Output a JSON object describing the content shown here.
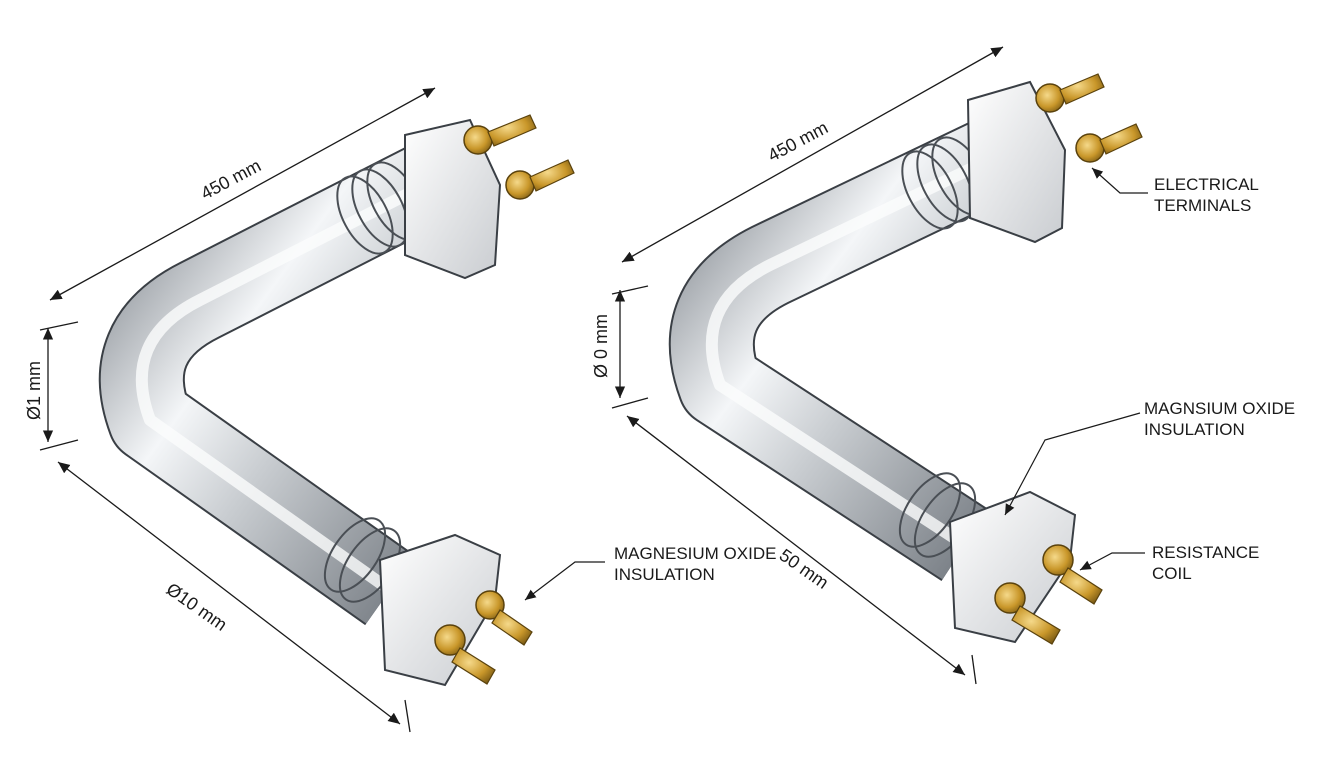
{
  "left_heater": {
    "length_dim": "450 mm",
    "diameter_dim_vertical": "Ø1 mm",
    "diameter_dim_diagonal": "Ø10 mm",
    "callout": {
      "line1": "MAGNESIUM OXIDE",
      "line2": "INSULATION"
    }
  },
  "right_heater": {
    "length_dim": "450 mm",
    "diameter_dim_vertical": "Ø 0 mm",
    "length_dim_lower": "50 mm",
    "callout_terminals": {
      "line1": "ELECTRICAL",
      "line2": "TERMINALS"
    },
    "callout_insulation": {
      "line1": "MAGNSIUM OXIDE",
      "line2": "INSULATION"
    },
    "callout_coil": {
      "line1": "RESISTANCE",
      "line2": "COIL"
    }
  },
  "colors": {
    "steel_dark": "#8e949b",
    "steel_light": "#f2f4f6",
    "brass": "#c79a2a",
    "block": "#e6e8ea",
    "line": "#1a1a1a"
  }
}
